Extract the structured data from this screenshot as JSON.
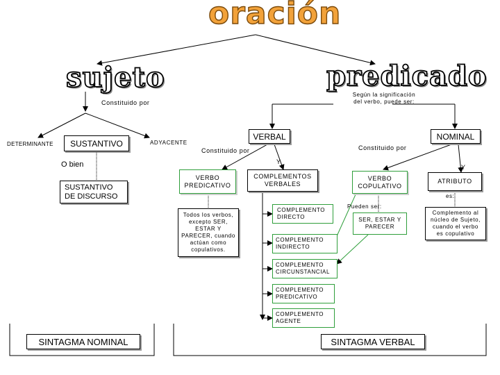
{
  "titles": {
    "oracion": "oración",
    "sujeto": "sujeto",
    "predicado": "predicado"
  },
  "sujeto": {
    "constituido_por": "Constituido por",
    "determinante": "DETERMINANTE",
    "sustantivo": "SUSTANTIVO",
    "adyacente": "ADYACENTE",
    "o_bien": "O bien",
    "sustantivo_discurso_1": "SUSTANTIVO",
    "sustantivo_discurso_2": "DE DISCURSO",
    "sintagma": "SINTAGMA NOMINAL"
  },
  "predicado": {
    "segun_1": "Según la significación",
    "segun_2": "del verbo, puede ser:",
    "verbal": "VERBAL",
    "nominal": "NOMINAL",
    "constituido_por_verbal": "Constituido por",
    "constituido_por_nominal": "Constituido por",
    "y_verbal": "Y",
    "y_nominal": "Y",
    "verbo_predicativo": [
      "VERBO",
      "PREDICATIVO"
    ],
    "todos_los_verbos": [
      "Todos los verbos,",
      "excepto SER,",
      "ESTAR Y",
      "PARECER, cuando",
      "actúan como",
      "copulativos."
    ],
    "complementos_verbales": [
      "COMPLEMENTOS",
      "VERBALES"
    ],
    "complementos": [
      [
        "COMPLEMENTO",
        "DIRECTO"
      ],
      [
        "COMPLEMENTO",
        "INDIRECTO"
      ],
      [
        "COMPLEMENTO",
        "CIRCUNSTANCIAL"
      ],
      [
        "COMPLEMENTO",
        "PREDICATIVO"
      ],
      [
        "COMPLEMENTO",
        "AGENTE"
      ]
    ],
    "verbo_copulativo": [
      "VERBO",
      "COPULATIVO"
    ],
    "pueden_ser": "Pueden ser:",
    "ser_estar_parecer": [
      "SER, ESTAR Y",
      "PARECER"
    ],
    "atributo": "ATRIBUTO",
    "es": "es:",
    "complemento_nucleo": [
      "Complemento al",
      "núcleo de Sujeto,",
      "cuando el verbo",
      "es copulativo"
    ],
    "sintagma": "SINTAGMA VERBAL"
  },
  "colors": {
    "oracion_fill": "#f2a23a",
    "green_border": "#2e9e3a",
    "line": "#000000"
  }
}
